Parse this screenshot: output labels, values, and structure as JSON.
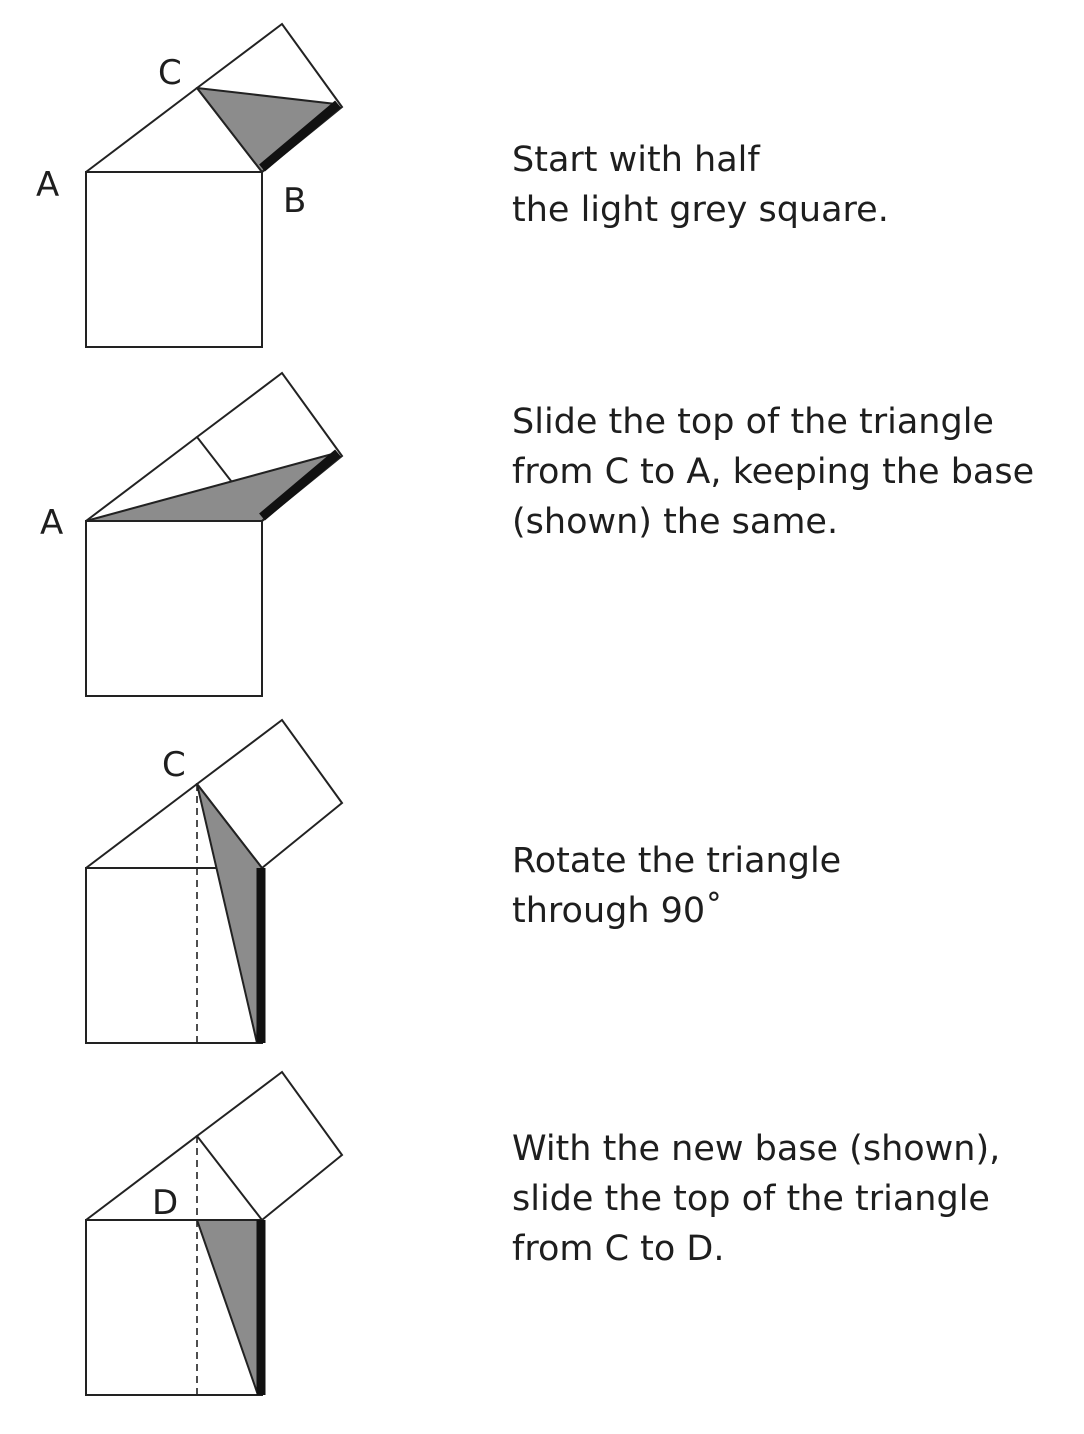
{
  "colors": {
    "shaded_triangle": "#8c8c8c",
    "outline": "#222222",
    "base_highlight": "#111111",
    "background": "#ffffff",
    "text": "#1e1e1e"
  },
  "steps": [
    {
      "caption": [
        "Start with half",
        "the light grey square."
      ],
      "labels": {
        "C": "C",
        "A": "A",
        "B": "B"
      }
    },
    {
      "caption": [
        "Slide the top of the triangle",
        "from C to A, keeping the base",
        "(shown) the same."
      ],
      "labels": {
        "A": "A"
      }
    },
    {
      "caption": [
        "Rotate the triangle",
        "through 90˚"
      ],
      "labels": {
        "C": "C"
      }
    },
    {
      "caption": [
        "With the new base (shown),",
        "slide the top of the triangle",
        "from C to D."
      ],
      "labels": {
        "D": "D"
      }
    }
  ]
}
